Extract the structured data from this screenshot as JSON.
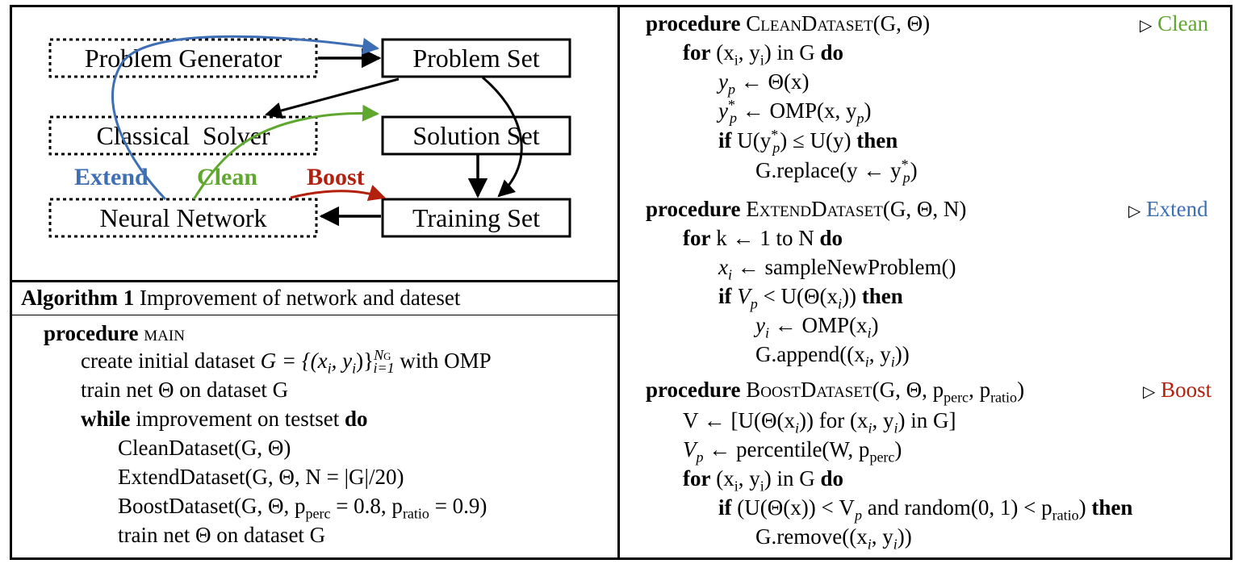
{
  "diagram": {
    "nodes": {
      "problem_generator": "Problem Generator",
      "problem_set": "Problem Set",
      "classical_solver": "Classical  Solver",
      "solution_set": "Solution Set",
      "neural_network": "Neural Network",
      "training_set": "Training Set"
    },
    "labels": {
      "extend": "Extend",
      "clean": "Clean",
      "boost": "Boost"
    },
    "colors": {
      "extend": "#3e6eb4",
      "clean": "#5fa72f",
      "boost": "#b3200e",
      "black": "#000000"
    }
  },
  "algorithm": {
    "caption_bold": "Algorithm 1",
    "caption_text": " Improvement of network and dateset",
    "main": {
      "proc_kw": "procedure",
      "proc_name": "main",
      "l1_pre": "create initial dataset ",
      "l1_math": "G = {(x",
      "l1_sub_i": "i",
      "l1_mid": ", y",
      "l1_sub_i2": "i",
      "l1_close": ")}",
      "l1_sup": "N",
      "l1_sup_sub": "G",
      "l1_sub": "i=1",
      "l1_post": " with OMP",
      "l2": "train net Θ on dataset G",
      "l3_kw1": "while",
      "l3_mid": " improvement on testset ",
      "l3_kw2": "do",
      "l4": "CleanDataset(G, Θ)",
      "l5": "ExtendDataset(G, Θ,  N = |G|/20)",
      "l6_pre": "BoostDataset(G, Θ,  p",
      "l6_sub1": "perc",
      "l6_mid": " = 0.8,  p",
      "l6_sub2": "ratio",
      "l6_post": " = 0.9)",
      "l7": "train net Θ on dataset G"
    },
    "clean": {
      "proc_kw": "procedure",
      "proc_name": "CleanDataset",
      "args": "(G, Θ)",
      "comment_mark": "▷",
      "comment": "Clean",
      "for_kw": "for",
      "for_body": " (x",
      "for_sub1": "i",
      "for_mid": ", y",
      "for_sub2": "i",
      "for_post": ") in G ",
      "do_kw": "do",
      "l2_pre": "y",
      "l2_sub": "p",
      "l2_post": " ← Θ(x)",
      "l3_pre": "y",
      "l3_sup": "*",
      "l3_sub": "p",
      "l3_post": " ← OMP(x, y",
      "l3_sub2": "p",
      "l3_close": ")",
      "if_kw": "if",
      "if_pre": " U(y",
      "if_sup": "*",
      "if_sub": "p",
      "if_post": ") ≤ U(y) ",
      "then_kw": "then",
      "l5_pre": "G.replace(y ← y",
      "l5_sup": "*",
      "l5_sub": "p",
      "l5_post": ")"
    },
    "extend": {
      "proc_kw": "procedure",
      "proc_name": "ExtendDataset",
      "args": "(G, Θ,  N)",
      "comment_mark": "▷",
      "comment": "Extend",
      "for_kw": "for",
      "for_body": " k ← 1 to N ",
      "do_kw": "do",
      "l2_pre": "x",
      "l2_sub": "i",
      "l2_post": " ← sampleNewProblem()",
      "if_kw": "if",
      "if_pre": " V",
      "if_sub": "p",
      "if_post": " < U(Θ(x",
      "if_sub2": "i",
      "if_close": ")) ",
      "then_kw": "then",
      "l4_pre": "y",
      "l4_sub": "i",
      "l4_post": " ← OMP(x",
      "l4_sub2": "i",
      "l4_close": ")",
      "l5_pre": "G.append((x",
      "l5_sub1": "i",
      "l5_mid": ", y",
      "l5_sub2": "i",
      "l5_post": "))"
    },
    "boost": {
      "proc_kw": "procedure",
      "proc_name": "BoostDataset",
      "args_pre": "(G, Θ,  p",
      "args_sub1": "perc",
      "args_mid": ",  p",
      "args_sub2": "ratio",
      "args_post": ")",
      "comment_mark": "▷",
      "comment": "Boost",
      "l1_pre": "V ← [U(Θ(x",
      "l1_sub": "i",
      "l1_mid": ")) for (x",
      "l1_sub2": "i",
      "l1_mid2": ", y",
      "l1_sub3": "i",
      "l1_post": ") in G]",
      "l2_pre": "V",
      "l2_sub": "p",
      "l2_mid": " ← percentile(W, p",
      "l2_sub2": "perc",
      "l2_post": ")",
      "for_kw": "for",
      "for_body": " (x",
      "for_sub1": "i",
      "for_mid": ", y",
      "for_sub2": "i",
      "for_post": ") in G ",
      "do_kw": "do",
      "if_kw": "if",
      "if_pre": " (U(Θ(x)) < V",
      "if_sub": "p",
      "if_mid": " and random(0, 1) < p",
      "if_sub2": "ratio",
      "if_post": ") ",
      "then_kw": "then",
      "l5_pre": "G.remove((x",
      "l5_sub1": "i",
      "l5_mid": ", y",
      "l5_sub2": "i",
      "l5_post": "))"
    }
  }
}
